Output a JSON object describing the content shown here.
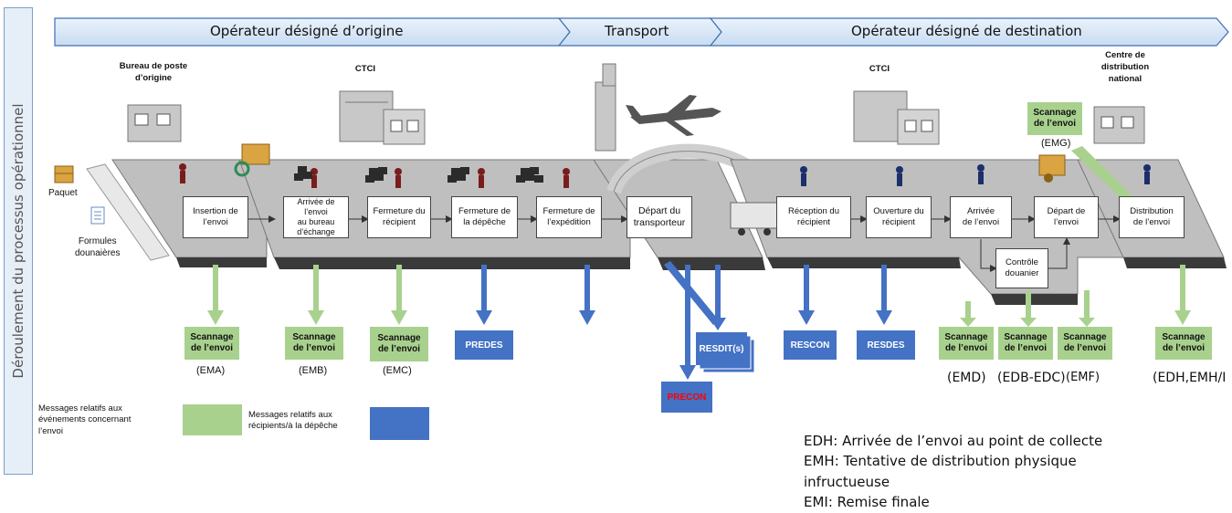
{
  "side_label": "Déroulement du processus opérationnel",
  "bands": {
    "origin": "Opérateur désigné d’origine",
    "transport": "Transport",
    "destination": "Opérateur désigné de destination"
  },
  "sites": {
    "origin_post_office": "Bureau de poste\nd’origine",
    "ctci_origin": "CTCI",
    "ctci_dest": "CTCI",
    "national_center": "Centre de\ndistribution\nnational"
  },
  "inputs": {
    "parcel": "Paquet",
    "forms": "Formules\ndounaières"
  },
  "steps": [
    "Insertion de\nl’envoi",
    "Arrivée de\nl’envoi\nau bureau\nd’échange",
    "Fermeture du\nrécipient",
    "Fermeture de\nla dépêche",
    "Fermeture de\nl’expédition",
    "Départ du\ntransporteur",
    "Réception du\nrécipient",
    "Ouverture du\nrécipient",
    "Arrivée\nde l’envoi",
    "Départ de\nl’envoi",
    "Distribution\nde l’envoi"
  ],
  "customs_step": "Contrôle\ndouanier",
  "scan_label": "Scannage\nde l’envoi",
  "event_codes": {
    "ema": "(EMA)",
    "emb": "(EMB)",
    "emc": "(EMC)",
    "emd": "(EMD)",
    "edb_edc": "(EDB-EDC)",
    "emf": "(EMF)",
    "edh": "(EDH,EMH/I",
    "emg": "(EMG)"
  },
  "messages": {
    "predes": "PREDES",
    "resdit": "RESDIT(s)",
    "precon": "PRECON",
    "rescon": "RESCON",
    "resdes": "RESDES"
  },
  "legend": {
    "event_messages": "Messages relatifs aux\névénements concernant\nl’envoi",
    "receptacle_messages": "Messages relatifs aux\nrécipients/à la dépêche"
  },
  "glossary": [
    "EDH: Arrivée de l’envoi au point de collecte",
    "EMH: Tentative de distribution physique",
    "infructueuse",
    "EMI: Remise finale"
  ],
  "colors": {
    "event_green": "#a9d18e",
    "receptacle_blue": "#4472c4",
    "precon_red": "#ff0000",
    "band_fill": "#dce9f7",
    "platform": "#bfbfbf",
    "platform_dark": "#3a3a3a"
  }
}
